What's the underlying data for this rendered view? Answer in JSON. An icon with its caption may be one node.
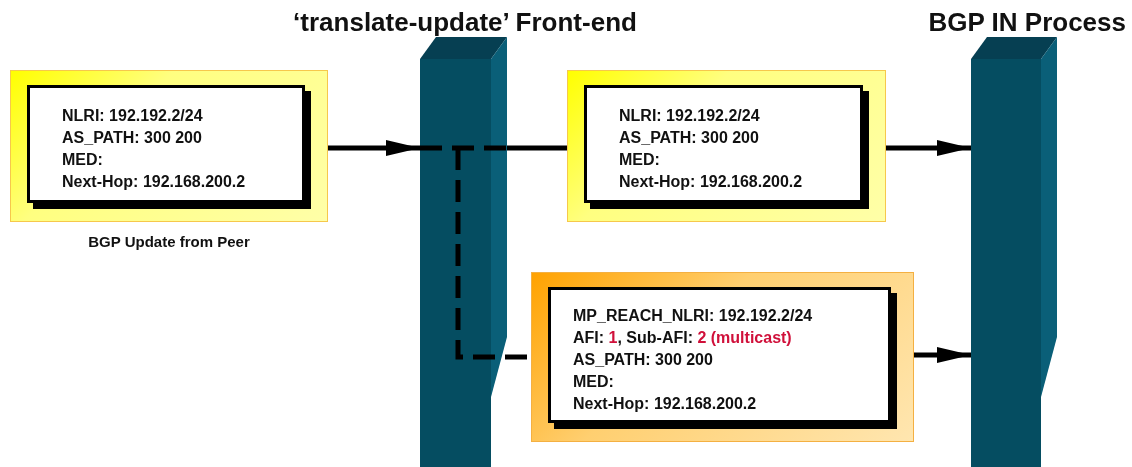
{
  "diagram": {
    "nodes": [
      {
        "text": [
          "NLRI: 192.192.2/24",
          "AS_PATH: 300 200",
          "MED:",
          "Next-Hop: 192.168.200.2"
        ],
        "beside": [
          "BGP Update from Peer"
        ]
      },
      {
        "text": [
          "‘translate-update’ Front-end"
        ]
      },
      {
        "text": [
          "NLRI: 192.192.2/24",
          "AS_PATH: 300 200",
          "MED:",
          "Next-Hop: 192.168.200.2"
        ]
      },
      {
        "text": [
          "MP_REACH_NLRI: 192.192.2/24",
          "AFI: **1**, Sub-AFI: **2 (multicast)**",
          "AS_PATH: 300 200",
          "MED:",
          "Next-Hop: 192.168.200.2"
        ]
      },
      {
        "text": [
          "BGP IN Process"
        ]
      }
    ],
    "edges": [
      {
        "from": 0,
        "to": 1,
        "arrow": "to"
      },
      {
        "from": 1,
        "to": 2,
        "arrow": "none"
      },
      {
        "from": 1,
        "to": 3,
        "arrow": "none",
        "style": "dashed"
      },
      {
        "from": 2,
        "to": 4,
        "arrow": "to"
      },
      {
        "from": 3,
        "to": 4,
        "arrow": "to"
      }
    ]
  }
}
